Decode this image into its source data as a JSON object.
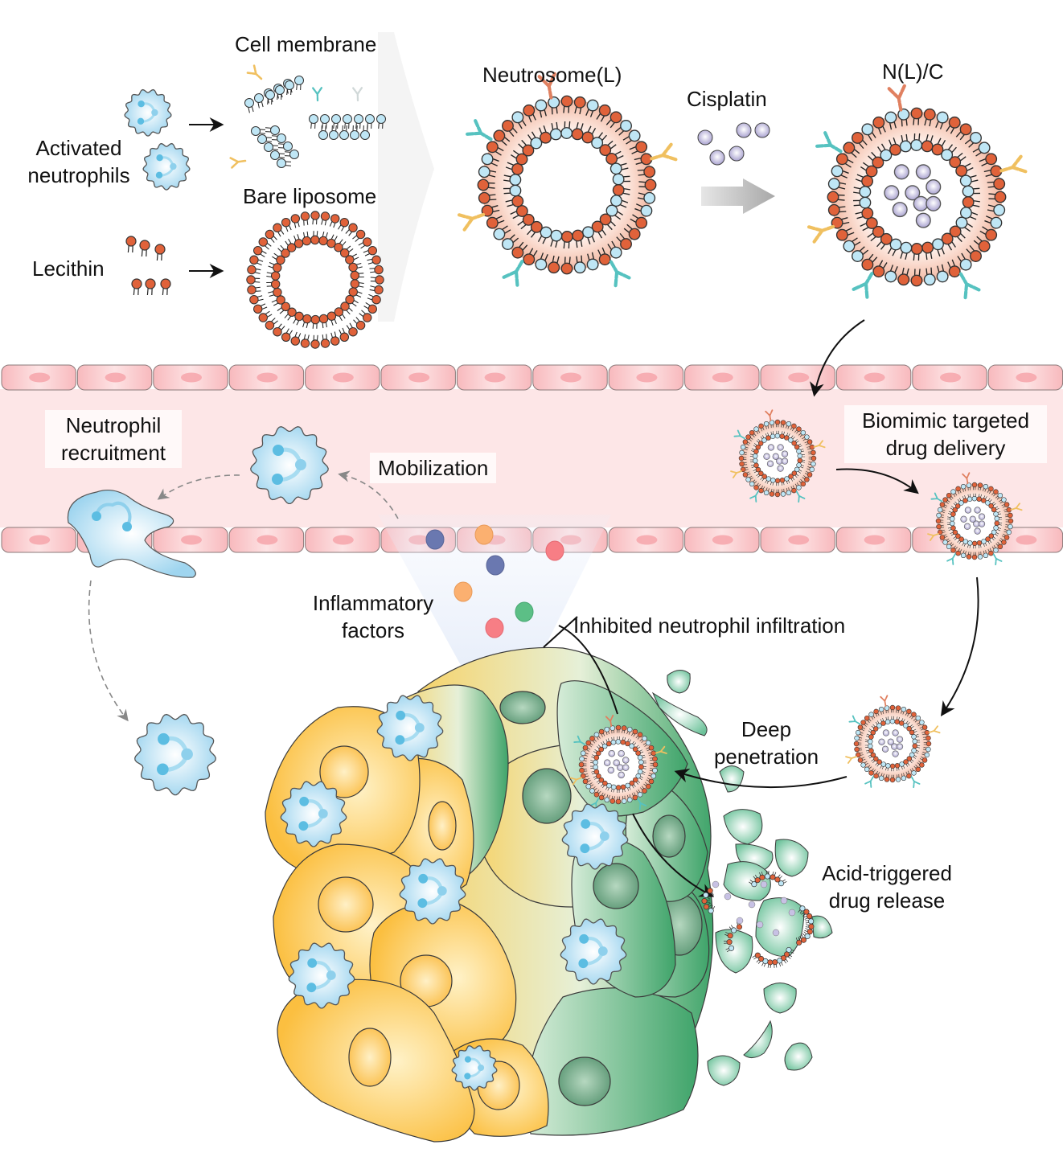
{
  "title": "Neutrosome(L)/cisplatin biomimetic drug delivery schematic",
  "labels": {
    "activated_neutrophils": [
      "Activated",
      "neutrophils"
    ],
    "cell_membrane": "Cell membrane",
    "bare_liposome": "Bare liposome",
    "lecithin": "Lecithin",
    "neutrosome": "Neutrosome(L)",
    "cisplatin": "Cisplatin",
    "nlc": "N(L)/C",
    "neutrophil_recruitment": [
      "Neutrophil",
      "recruitment"
    ],
    "mobilization": "Mobilization",
    "biomimic_delivery": [
      "Biomimic targeted",
      "drug delivery"
    ],
    "inflammatory_factors": [
      "Inflammatory",
      "factors"
    ],
    "inhibited_infiltration": "Inhibited neutrophil infiltration",
    "deep_penetration": [
      "Deep",
      "penetration"
    ],
    "acid_release": [
      "Acid-triggered",
      "drug release"
    ]
  },
  "colors": {
    "lipid_orange": "#e0623a",
    "lipid_blue": "#bfe6f5",
    "membrane_peach": "#f4c2ad",
    "cisplatin": "#b7b1d8",
    "vessel_wall": "#fbc9cc",
    "vessel_lumen": "#fde8e9",
    "neutrophil": "#bfe3f5",
    "nucleus": "#5cbde2",
    "tumor_yellow": "#fbc84f",
    "tumor_green": "#4fae78",
    "antibody_orange": "#e08060",
    "antibody_teal": "#56c2c0",
    "antibody_yellow": "#f0c060",
    "factor_blue": "#6a78b0",
    "factor_orange": "#fbb070",
    "factor_red": "#f77e85",
    "factor_green": "#5cbf86"
  }
}
